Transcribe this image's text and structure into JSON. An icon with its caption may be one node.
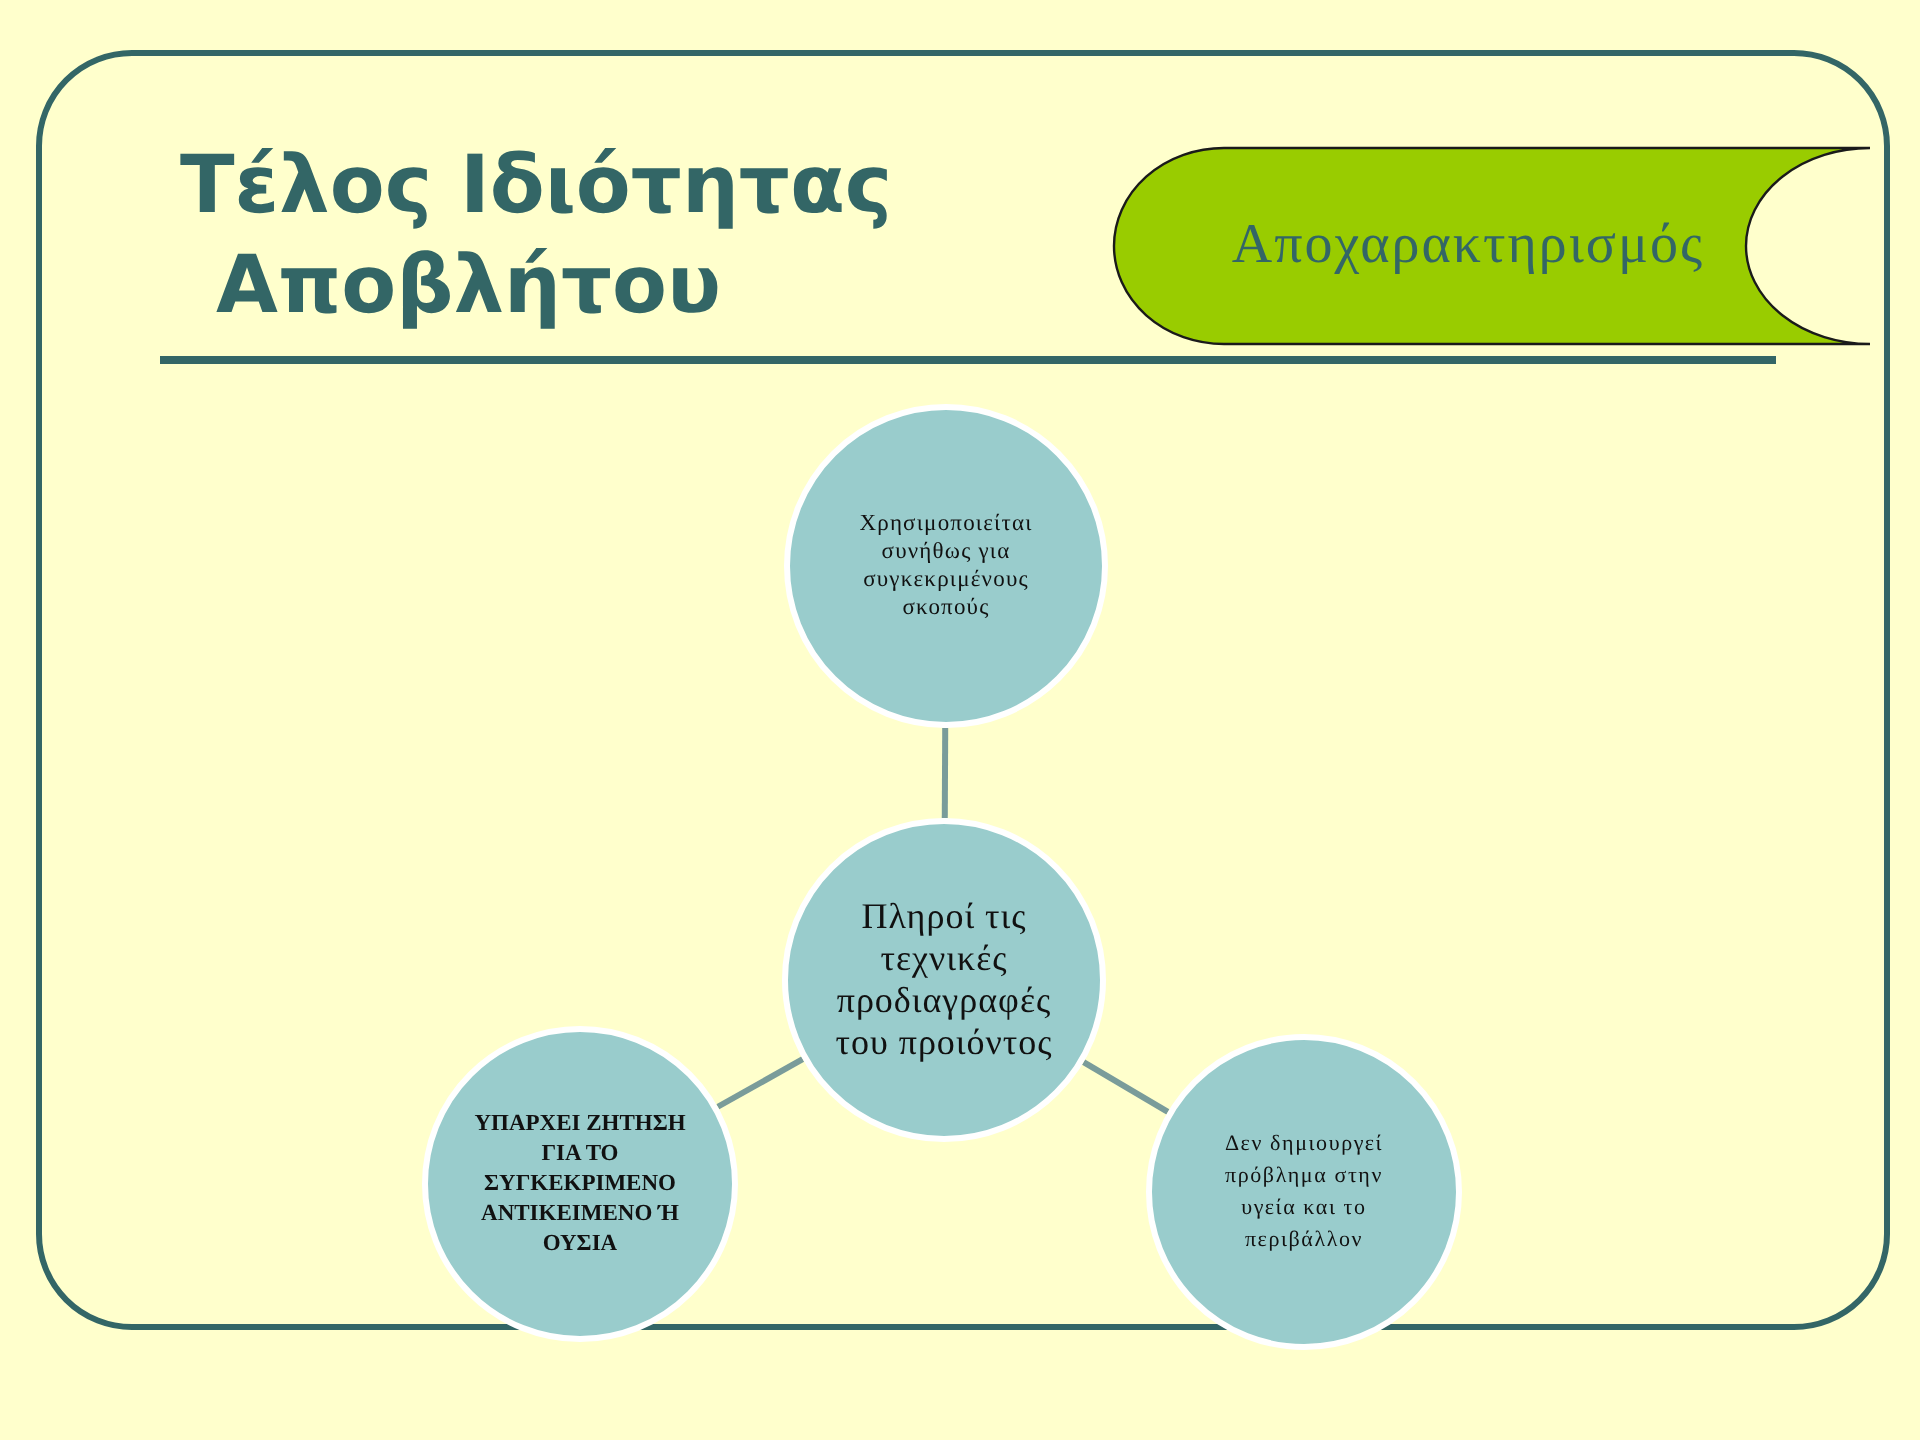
{
  "diagram": {
    "title": "Τέλος Ιδιότητας Αποβλήτου",
    "nodes": [
      {
        "text": [
          "Αποχαρακτηρισμός"
        ]
      },
      {
        "text": [
          "Χρησιμοποιείται συνήθως για συγκεκριμένους σκοπούς"
        ]
      },
      {
        "text": [
          "Πληροί τις τεχνικές προδιαγραφές του προιόντος"
        ]
      },
      {
        "text": [
          "ΥΠΑΡΧΕΙ ΖΗΤΗΣΗ ΓΙΑ ΤΟ ΣΥΓΚΕΚΡΙΜΕΝΟ ΑΝΤΙΚΕΙΜΕΝΟ Ή ΟΥΣΙΑ"
        ]
      },
      {
        "text": [
          "Δεν δημιουργεί πρόβλημα στην υγεία και το περιβάλλον"
        ]
      }
    ],
    "edges": [
      {
        "from": 2,
        "to": 1,
        "arrow": "none"
      },
      {
        "from": 2,
        "to": 3,
        "arrow": "none"
      },
      {
        "from": 2,
        "to": 4,
        "arrow": "none"
      }
    ]
  }
}
